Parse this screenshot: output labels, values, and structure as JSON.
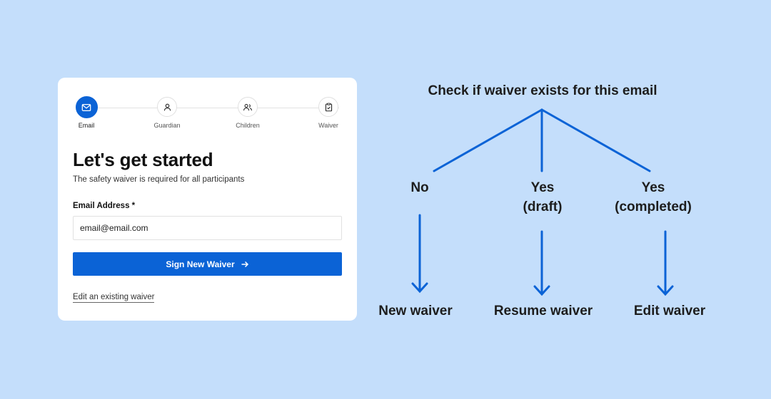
{
  "form": {
    "steps": [
      {
        "label": "Email",
        "icon": "mail-icon",
        "active": true
      },
      {
        "label": "Guardian",
        "icon": "user-icon",
        "active": false
      },
      {
        "label": "Children",
        "icon": "users-icon",
        "active": false
      },
      {
        "label": "Waiver",
        "icon": "clipboard-check-icon",
        "active": false
      }
    ],
    "title": "Let's get started",
    "subtitle": "The safety waiver is required for all participants",
    "email_label": "Email Address *",
    "email_value": "email@email.com",
    "submit_label": "Sign New Waiver",
    "submit_icon": "arrow-right-icon",
    "edit_link": "Edit an existing waiver"
  },
  "flow": {
    "question": "Check if waiver exists for this email",
    "branches": [
      {
        "condition": "No",
        "outcome": "New waiver"
      },
      {
        "condition": "Yes\n(draft)",
        "outcome": "Resume waiver"
      },
      {
        "condition": "Yes\n(completed)",
        "outcome": "Edit waiver"
      }
    ]
  },
  "colors": {
    "background": "#c4defb",
    "accent": "#0b63d6",
    "card": "#ffffff",
    "connector": "#0b63d6"
  }
}
